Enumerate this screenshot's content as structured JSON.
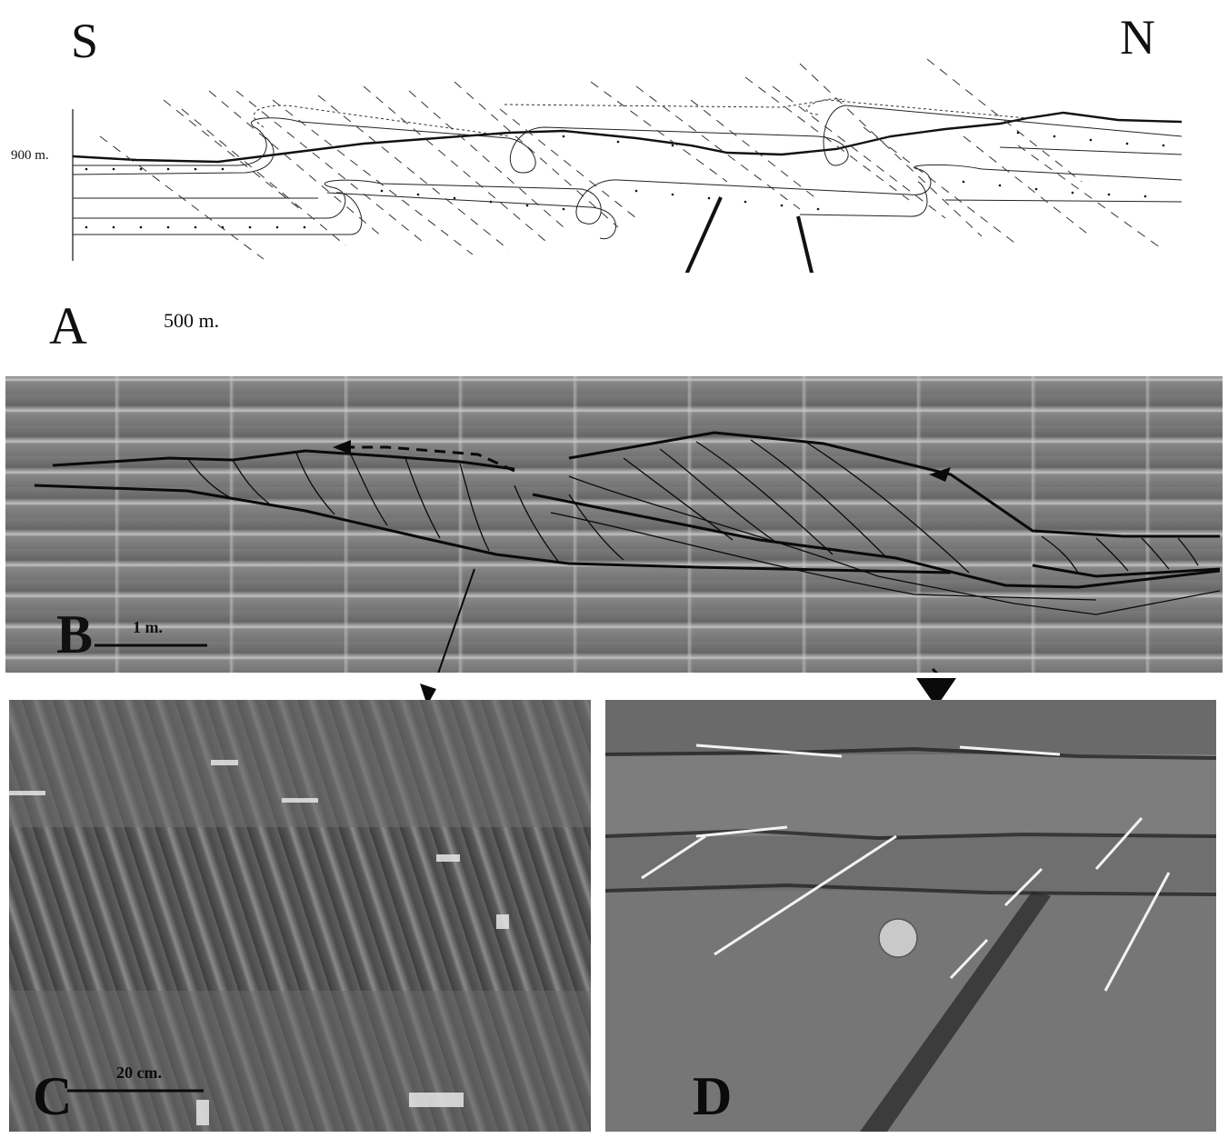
{
  "orientation": {
    "south": "S",
    "north": "N"
  },
  "panel_a": {
    "label": "A",
    "elevation_label": "900 m.",
    "scale_label": "500 m."
  },
  "panel_b": {
    "label": "B",
    "scale_label": "1 m."
  },
  "panel_c": {
    "label": "C",
    "scale_label": "20 cm."
  },
  "panel_d": {
    "label": "D"
  }
}
